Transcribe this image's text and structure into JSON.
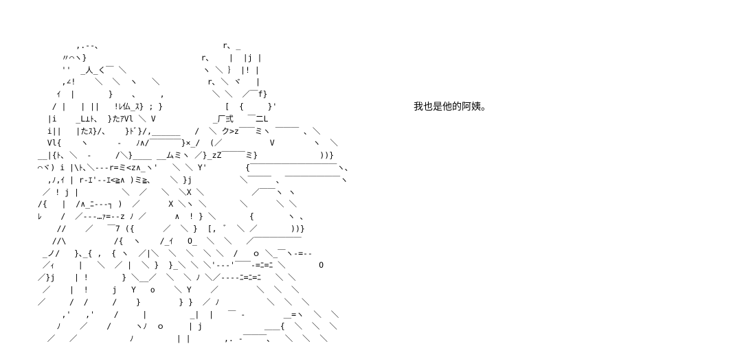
{
  "caption": "我也是他的阿姨。",
  "ascii_art": [
    "         ,.‐-､                          r､ _",
    "      〃⌒ヽ}                        r､    |  |j |",
    "      ''  _人_く￣ ＼                ヽ ＼ ｝ |! |",
    "      ,∠!    ＼  ＼  ヽ   ＼          r､ ＼ ヾ   |",
    "     ｲ  |       }    ､     ,          ＼ ＼  ／￣f}",
    "    / |   | ||   !ﾚ仏_ｽ} ; }             [  {     }'",
    "   |i    _L⊥ﾄ､  }たｱVl ＼ V            _厂弍   ￣二L",
    "   i||   |たｽ}/､    }ﾄﾞ}/,______   /  ＼ ク>z￣￣ミヽ ￣￣￣ ､ ＼",
    "   Vl{    ヽ      -   ﾉ∧/￣￣￣￣}×_/  (／          V        ヽ  ＼",
    " __|{ﾄ､ ＼  ‐     /＼}____ __ムミヽ ／}_zZ￣￣￣ミ}             ))}",
    " ⌒ヾ) i |\\ﾄ､＼-‐‐r=ミ<z∧_ヽ'   ＼ ＼ Y'        {￣￣￣￣￣￣￣￣￣￣￣ヽ､",
    "   ,ﾉ,ｲ | r-ｴ'‐‐ｴ<≧∧ )ミ≧､    ＼ }j          ＼￣￣￣ ､ ￣￣￣￣￣￣￣ヽ",
    "  ／ ! j |         ＼  ／   ＼  ＼X ＼          ／￣￣ヽ ヽ",
    " /{   |  /∧_ﾆ‐--┐ )  ／      X ＼ヽ ＼       ＼      ＼ ＼",
    " ﾚ    /  ／---…ｧ=--z ﾉ ／      ∧  ! } ＼       {       ヽ ､",
    "     //    ／   ￣7 ({      ／  ＼ }  [,  ﾞ  ＼ ／       ))}",
    "    //\\          /{  ヽ    /_ｲ   O_  ＼  ＼   ／￣￣￣￣￣￣",
    "  _ノ/   }､_{ ,  { ヽ  ／|＼  ＼  ＼  ＼ ＼  /   ｏ ＼_￣ヽ‐=-‐",
    "  ／ｨ     |   ＼  ／ |  ＼ }  }_＼ ＼ ＼'-‐‐'￣￣‐=ﾆ=ﾆ ＼       O",
    " ／}j    | !       } ＼__／  ＼  ＼ ﾉ ＼／‐‐-‐ﾆ=ﾆ=ﾆ   ＼ ＼",
    "  ／    |  !     j   Y   o    ＼ Y    ／        ＼  ＼  ＼",
    " ／     /  /     /    }        } }  ／ ﾉ          ＼  ＼  ＼",
    "      ,'   ,'    /     |         _|  |   ￣ ‐        ＿=ヽ  ＼  ＼",
    "     ﾉ    ／    /     ヽﾉ  ｏ     | j             ＿＿{  ＼  ＼  ＼",
    "   ／   ／           ﾉ         | |       ,. ‐￣￣￣､   ＼  ＼  ＼"
  ]
}
